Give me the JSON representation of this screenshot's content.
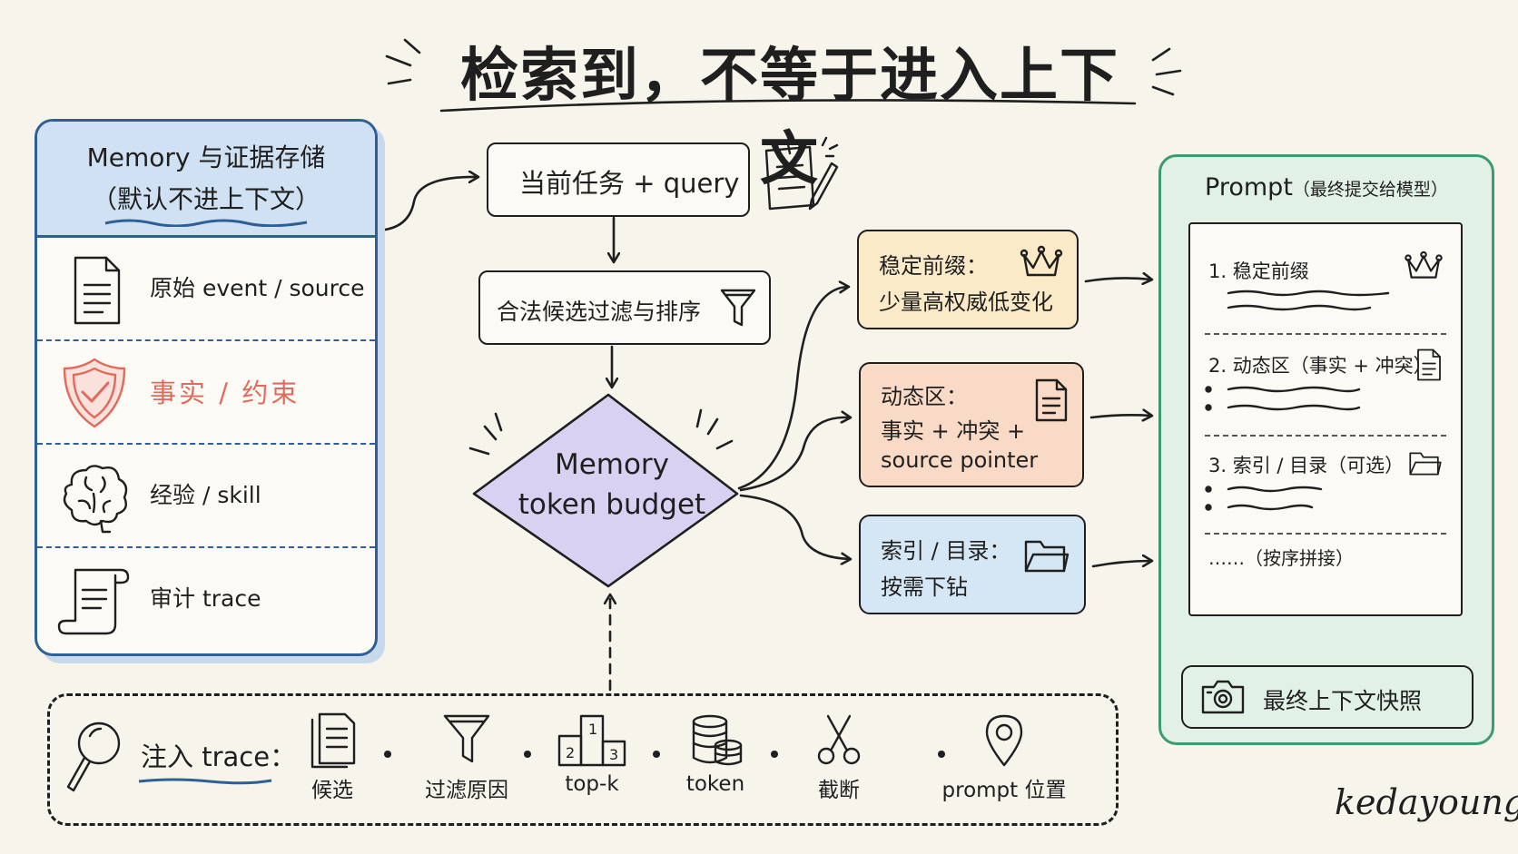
{
  "title": "检索到，不等于进入上下文",
  "memory_panel": {
    "title_line1": "Memory 与证据存储",
    "title_line2": "（默认不进上下文）",
    "rows": [
      {
        "label": "原始 event / source",
        "icon": "document-icon"
      },
      {
        "label": "事实 / 约束",
        "icon": "shield-check-icon",
        "color": "#e06a5b"
      },
      {
        "label": "经验 / skill",
        "icon": "brain-icon"
      },
      {
        "label": "审计 trace",
        "icon": "scroll-icon"
      }
    ]
  },
  "pipeline": {
    "task": "当前任务 + query",
    "filter": "合法候选过滤与排序",
    "budget": [
      "Memory",
      "token budget"
    ]
  },
  "blocks": {
    "stable": [
      "稳定前缀：",
      "少量高权威低变化"
    ],
    "dynamic": [
      "动态区：",
      "事实 + 冲突 +",
      "source pointer"
    ],
    "index": [
      "索引 / 目录：",
      "按需下钻"
    ]
  },
  "prompt_panel": {
    "title": "Prompt",
    "subtitle": "（最终提交给模型）",
    "sections": [
      "1. 稳定前缀",
      "2. 动态区（事实 + 冲突）",
      "3. 索引 / 目录（可选）",
      "……（按序拼接）"
    ],
    "snapshot": "最终上下文快照"
  },
  "trace_bar": {
    "lead": "注入 trace：",
    "items": [
      "候选",
      "过滤原因",
      "top-k",
      "token",
      "截断",
      "prompt 位置"
    ]
  },
  "signature": "kedayoung",
  "colors": {
    "memory_blue": "#2e5f96",
    "diamond_purple": "#d9d1f2",
    "stable_yellow": "#fbeac7",
    "dynamic_orange": "#f9dac6",
    "index_blue": "#d5e6f4",
    "prompt_green": "#e1f1e6",
    "fact_red": "#e06a5b"
  }
}
